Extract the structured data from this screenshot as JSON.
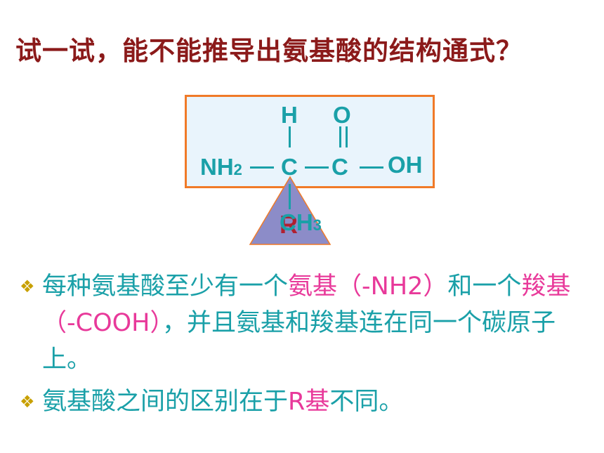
{
  "title": "试一试，能不能推导出氨基酸的结构通式？",
  "formula": {
    "h": "H",
    "o": "O",
    "nh": "NH",
    "nh_sub": "2",
    "c1": "C",
    "c2": "C",
    "oh": "OH",
    "ch": "CH",
    "ch_sub": "3",
    "r": "R"
  },
  "bullets": [
    {
      "mark": "❖",
      "p1": "每种氨基酸至少有一个",
      "h1": "氨基（-NH2）",
      "p2": "和一个",
      "h2": "羧基（-COOH）",
      "p3": "，并且氨基和羧基连在同一个碳原子上。"
    },
    {
      "mark": "❖",
      "p1": "氨基酸之间的区别在于",
      "h1": "R基",
      "p2": "不同。"
    }
  ],
  "colors": {
    "title": "#8b1a1a",
    "text": "#1aa0a8",
    "highlight": "#e8399a",
    "box_border": "#f07a28",
    "triangle": "#8c8cc8"
  }
}
